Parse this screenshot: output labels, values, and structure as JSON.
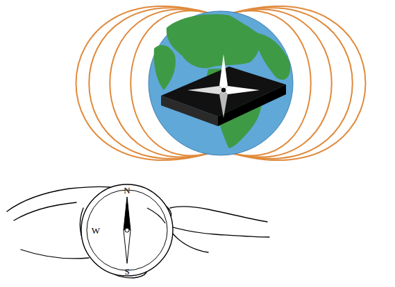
{
  "diagram": {
    "labels": [
      "N",
      "W",
      "S"
    ]
  }
}
